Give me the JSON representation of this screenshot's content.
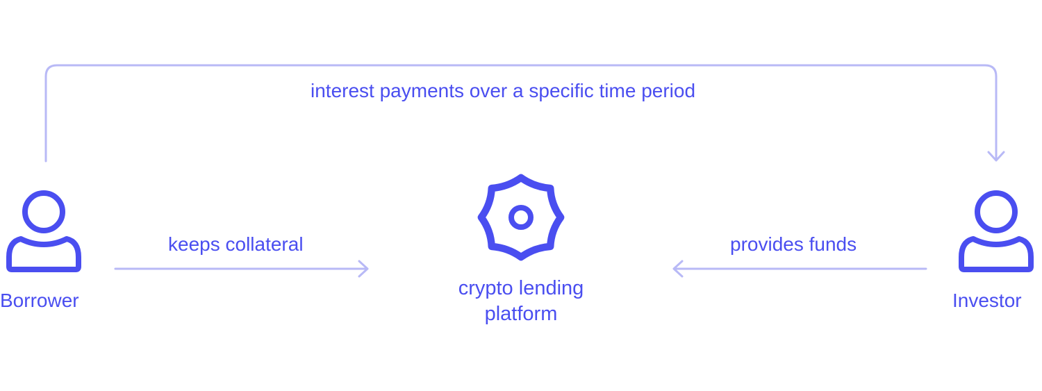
{
  "colors": {
    "primary": "#4a4ef0",
    "arrow": "#b8b9f6"
  },
  "labels": {
    "top_flow": "interest payments over a specific time period",
    "left_flow": "keeps collateral",
    "right_flow": "provides funds",
    "borrower": "Borrower",
    "investor": "Investor",
    "platform_line1": "crypto lending",
    "platform_line2": "platform"
  },
  "icons": {
    "borrower": "person-icon",
    "investor": "person-icon",
    "platform": "gear-icon"
  }
}
